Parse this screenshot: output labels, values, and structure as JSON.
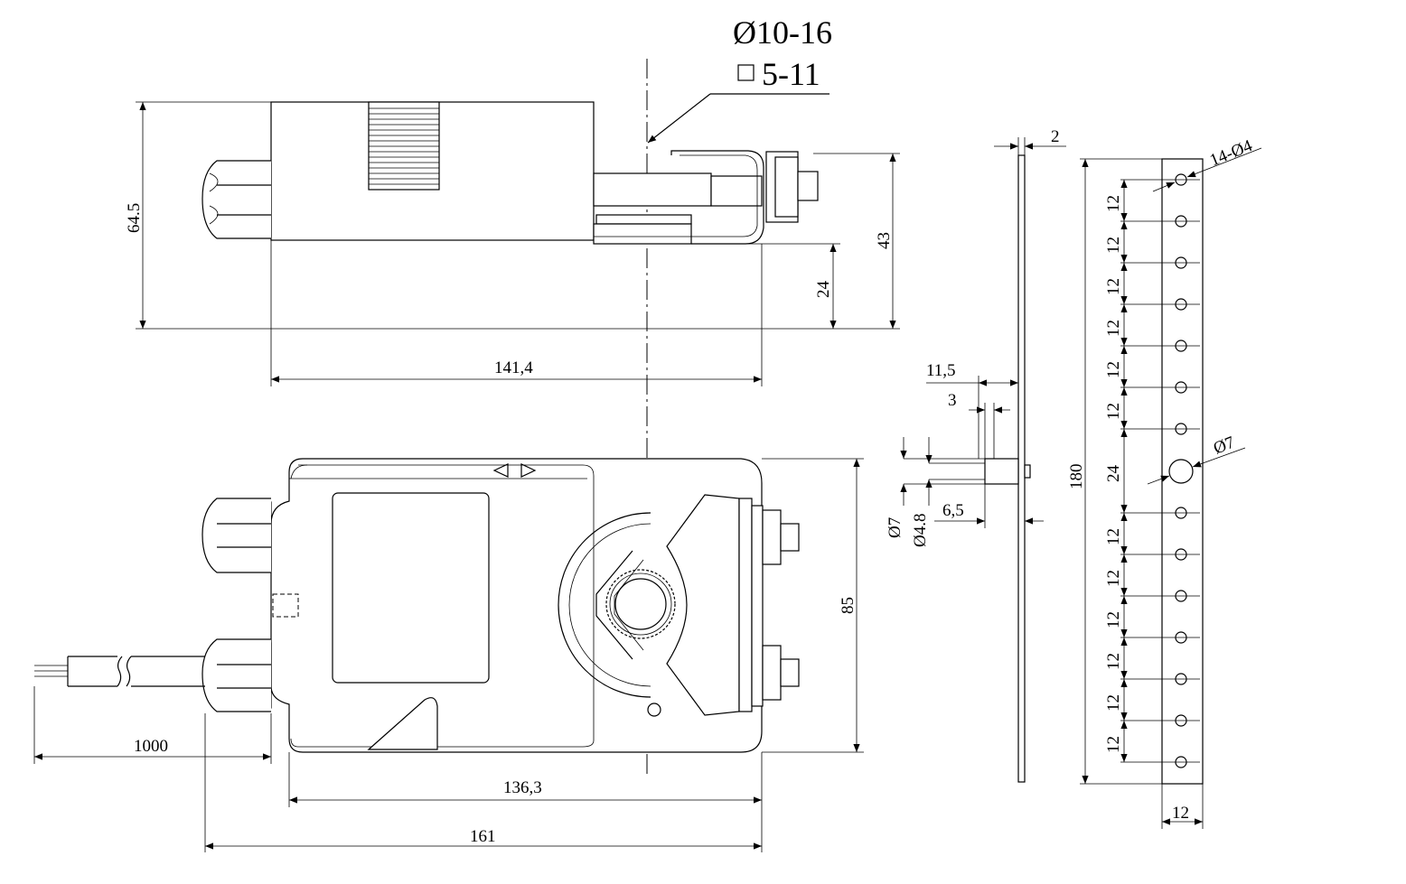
{
  "callout": {
    "shaft_round": "Ø10-16",
    "shaft_square": "5-11"
  },
  "side_view": {
    "height_total": "64.5",
    "height_clamp": "43",
    "height_base": "24",
    "length": "141,4"
  },
  "top_view": {
    "height": "85",
    "cable_length": "1000",
    "body_length": "136,3",
    "overall_length": "161"
  },
  "bracket_side": {
    "thickness": "2",
    "offset": "11,5",
    "step": "3",
    "boss": "6,5",
    "hole_outer": "Ø7",
    "hole_inner": "Ø4.8"
  },
  "bracket_front": {
    "holes": "14-Ø4",
    "center_hole": "Ø7",
    "pitch": "12",
    "center_gap": "24",
    "height": "180",
    "width": "12"
  }
}
